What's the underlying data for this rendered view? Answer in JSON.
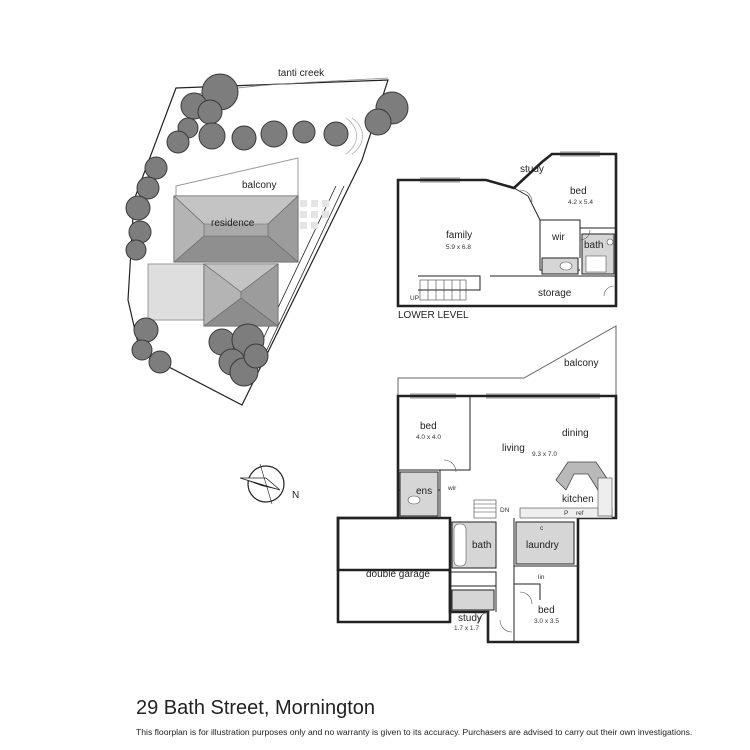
{
  "site": {
    "creek_label": "tanti creek",
    "balcony_label": "balcony",
    "residence_label": "residence"
  },
  "lower_level": {
    "level_label": "LOWER LEVEL",
    "rooms": {
      "study": "study",
      "bed": "bed",
      "bed_dim": "4.2 x 5.4",
      "family": "family",
      "family_dim": "5.9 x 6.8",
      "wir": "wir",
      "bath": "bath",
      "storage": "storage",
      "up": "UP"
    }
  },
  "upper_level": {
    "rooms": {
      "balcony": "balcony",
      "bed1": "bed",
      "bed1_dim": "4.0 x 4.0",
      "living": "living",
      "dining": "dining",
      "living_dim": "9.3 x 7.0",
      "kitchen": "kitchen",
      "pantry": "P",
      "ref": "ref",
      "ens": "ens",
      "wir": "wir",
      "dn": "DN",
      "bath": "bath",
      "laundry": "laundry",
      "cupboard": "c",
      "linen": "lin",
      "double_garage": "double garage",
      "study": "study",
      "study_dim": "1.7 x 1.7",
      "bed2": "bed",
      "bed2_dim": "3.0 x 3.5"
    }
  },
  "compass": {
    "north_label": "N"
  },
  "footer": {
    "address": "29 Bath Street, Mornington",
    "disclaimer": "This floorplan is for illustration purposes only and no warranty is given to its accuracy. Purchasers are advised to carry out their own investigations."
  }
}
